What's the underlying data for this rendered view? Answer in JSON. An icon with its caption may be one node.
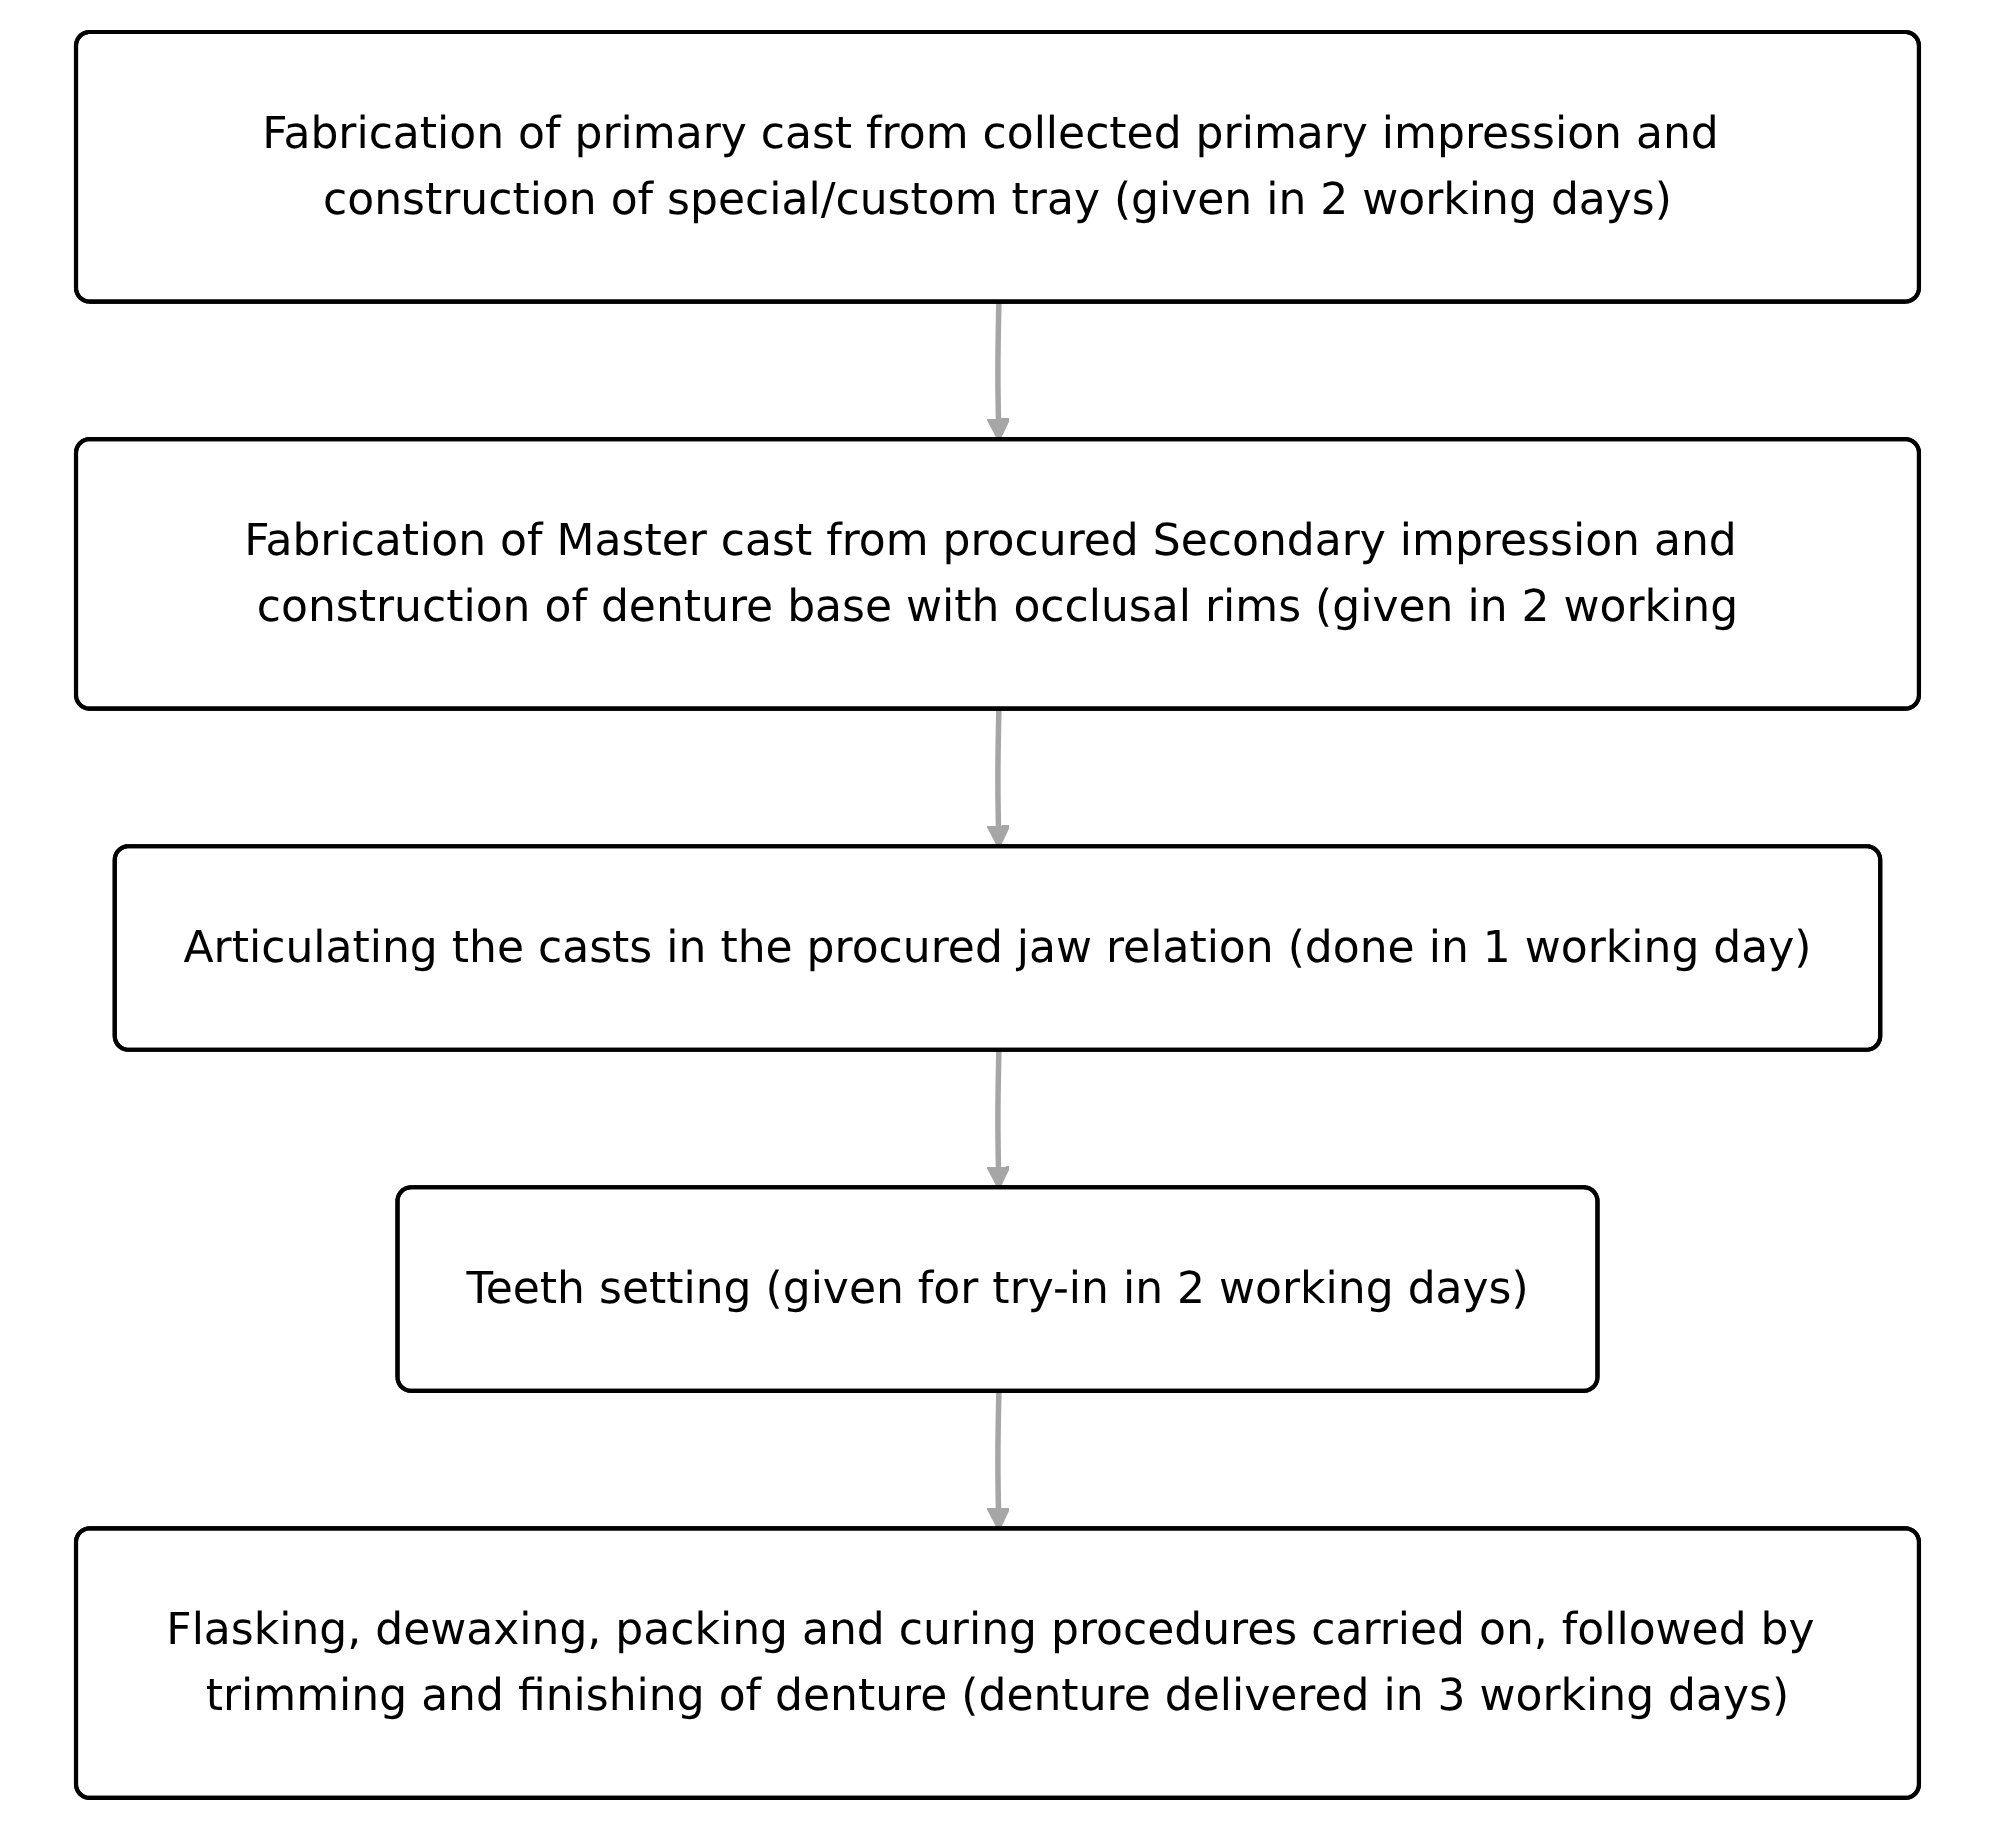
{
  "diagram": {
    "nodes": [
      {
        "text": [
          "Fabrication of primary cast from collected primary impression and construction of special/custom tray (given in 2 working days)"
        ]
      },
      {
        "text": [
          "Fabrication of Master cast from procured Secondary impression and construction of denture base with occlusal rims (given in 2 working"
        ]
      },
      {
        "text": [
          "Articulating the casts in the procured jaw relation (done in 1 working day)"
        ]
      },
      {
        "text": [
          "Teeth setting (given for try-in in 2 working days)"
        ]
      },
      {
        "text": [
          "Flasking, dewaxing, packing and curing procedures carried on, followed by trimming and finishing of denture (denture delivered in 3 working days)"
        ]
      }
    ],
    "edges": [
      {
        "from": 0,
        "to": 1,
        "arrow": "to"
      },
      {
        "from": 1,
        "to": 2,
        "arrow": "to"
      },
      {
        "from": 2,
        "to": 3,
        "arrow": "to"
      },
      {
        "from": 3,
        "to": 4,
        "arrow": "to"
      }
    ]
  }
}
